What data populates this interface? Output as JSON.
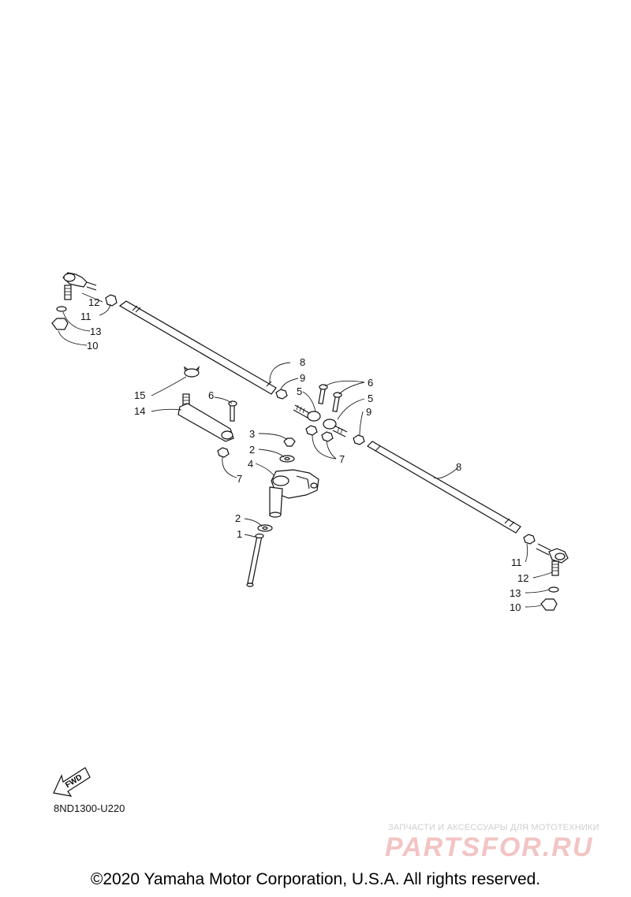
{
  "callouts": {
    "c1": "1",
    "c2a": "2",
    "c2b": "2",
    "c3": "3",
    "c4": "4",
    "c5a": "5",
    "c5b": "5",
    "c6a": "6",
    "c6b": "6",
    "c7a": "7",
    "c7b": "7",
    "c8a": "8",
    "c8b": "8",
    "c9a": "9",
    "c9b": "9",
    "c10a": "10",
    "c10b": "10",
    "c11a": "11",
    "c11b": "11",
    "c12a": "12",
    "c12b": "12",
    "c13a": "13",
    "c13b": "13",
    "c14": "14",
    "c15": "15"
  },
  "fwd_label": "FWD",
  "diagram_code": "8ND1300-U220",
  "watermark": {
    "tagline": "ЗАПЧАСТИ И АКСЕССУАРЫ ДЛЯ МОТОТЕХНИКИ",
    "logo": "PARTSFOR.RU"
  },
  "copyright": "©2020 Yamaha Motor Corporation, U.S.A. All rights reserved."
}
